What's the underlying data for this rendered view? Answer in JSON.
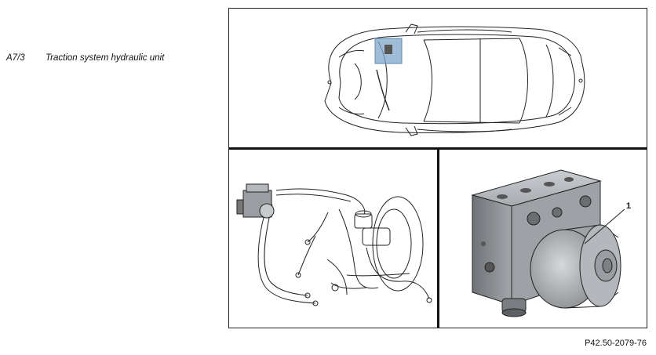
{
  "legend": {
    "code": "A7/3",
    "description": "Traction system hydraulic unit"
  },
  "callout": {
    "number": "1"
  },
  "reference": "P42.50-2079-76",
  "colors": {
    "highlight": "#7fa7c9",
    "line": "#222222",
    "unit_body": "#8a8d91",
    "unit_motor": "#b9bcc0"
  },
  "icons": {
    "car": "car-top-view-icon",
    "brake_lines": "brake-line-assembly-icon",
    "hydraulic_unit": "hydraulic-unit-icon"
  }
}
